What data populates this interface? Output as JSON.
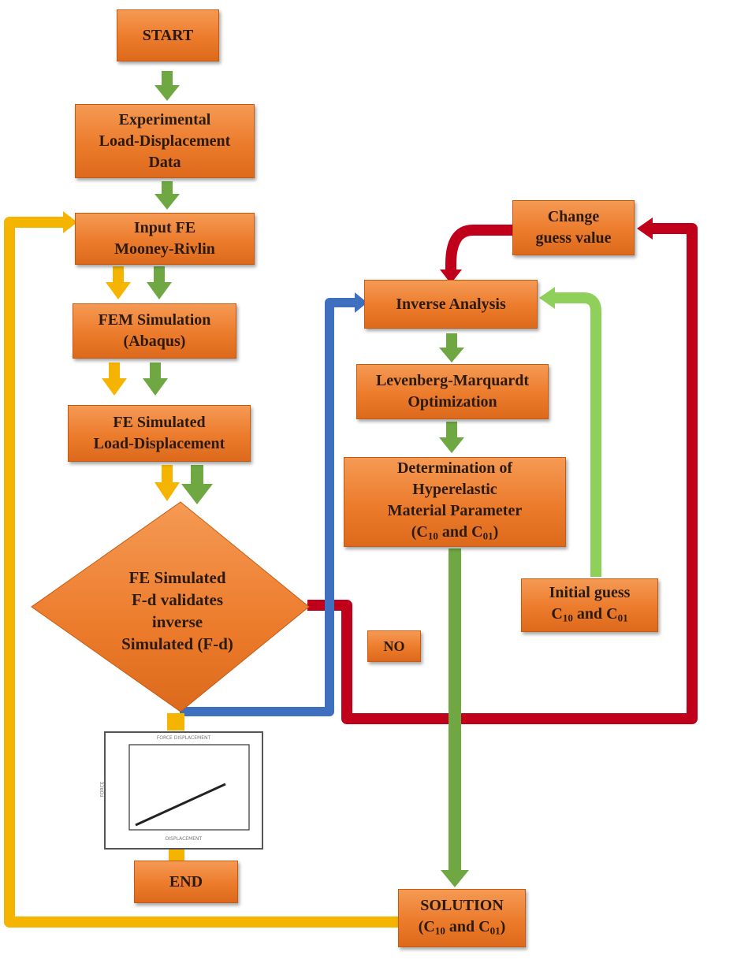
{
  "nodes": {
    "start": "START",
    "experimental": "Experimental\nLoad-Displacement\nData",
    "input_fe": "Input FE\nMooney-Rivlin",
    "fem_sim": "FEM Simulation\n(Abaqus)",
    "fe_simulated": "FE Simulated\nLoad-Displacement",
    "decision": "FE Simulated\nF-d validates\ninverse\nSimulated (F-d)",
    "end": "END",
    "change_guess": "Change\nguess value",
    "inverse": "Inverse Analysis",
    "lm": "Levenberg-Marquardt\nOptimization",
    "determination": "Determination of\nHyperelastic\nMaterial Parameter",
    "determination_params": {
      "open": "(C",
      "s1": "10",
      "mid": " and C",
      "s2": "01",
      "close": ")"
    },
    "initial_guess": "Initial guess",
    "initial_guess_params": {
      "open": "C",
      "s1": "10",
      "mid": " and C",
      "s2": "01",
      "close": ""
    },
    "solution": "SOLUTION",
    "solution_params": {
      "open": "(C",
      "s1": "10",
      "mid": " and C",
      "s2": "01",
      "close": ")"
    },
    "no_label": "NO"
  },
  "plot": {
    "title": "FORCE DISPLACEMENT",
    "xlabel": "DISPLACEMENT",
    "ylabel": "FORCE"
  },
  "colors": {
    "box_fill": "#ec7b2c",
    "flow_arrow": "#6fa843",
    "yes_path": "#f5b400",
    "no_path": "#c0001a",
    "validate_path": "#3f6fbf",
    "guess_path": "#8fd05a"
  }
}
